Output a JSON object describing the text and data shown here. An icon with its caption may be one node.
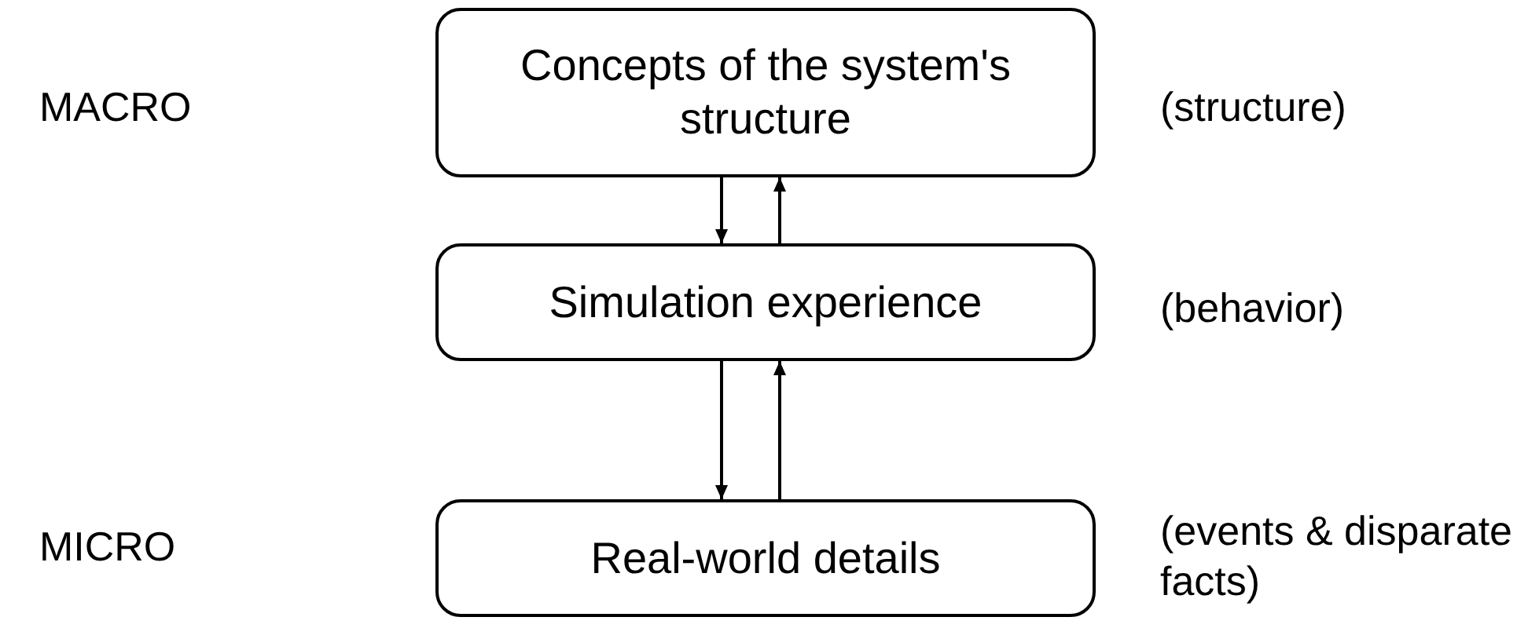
{
  "diagram": {
    "nodes": [
      {
        "text": [
          "Concepts of the system's structure"
        ]
      },
      {
        "text": [
          "Simulation experience"
        ]
      },
      {
        "text": [
          "Real-world details"
        ]
      }
    ],
    "edges": [
      {
        "from": 0,
        "to": 1,
        "arrow": "to"
      },
      {
        "from": 1,
        "to": 0,
        "arrow": "to"
      },
      {
        "from": 1,
        "to": 2,
        "arrow": "to"
      },
      {
        "from": 2,
        "to": 1,
        "arrow": "to"
      }
    ],
    "labels": [
      "MACRO",
      "(structure)",
      "(behavior)",
      "MICRO",
      "(events & disparate facts)"
    ]
  }
}
